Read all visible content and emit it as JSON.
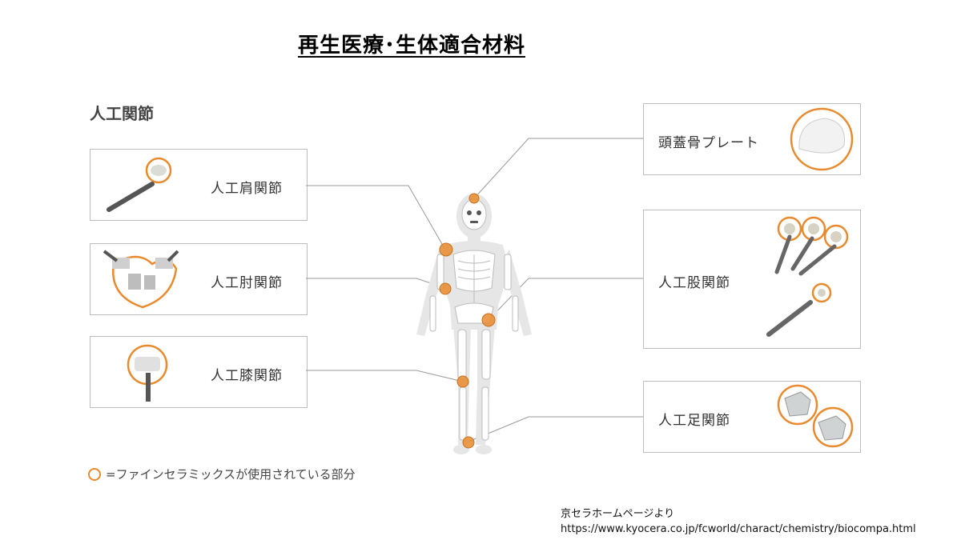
{
  "title": "再生医療･生体適合材料",
  "section_label": "人工関節",
  "implants": {
    "shoulder": "人工肩関節",
    "elbow": "人工肘関節",
    "knee": "人工膝関節",
    "skull": "頭蓋骨プレート",
    "hip": "人工股関節",
    "ankle": "人工足関節"
  },
  "legend": {
    "text": "=ファインセラミックスが使用されている部分"
  },
  "source": {
    "line1": "京セラホームページより",
    "line2": "https://www.kyocera.co.jp/fcworld/charact/chemistry/biocompa.html"
  },
  "colors": {
    "accent": "#e88a2d",
    "border": "#bdbdbd",
    "skeleton": "#e6e6e6",
    "bone": "#ffffff",
    "metal": "#555555"
  }
}
